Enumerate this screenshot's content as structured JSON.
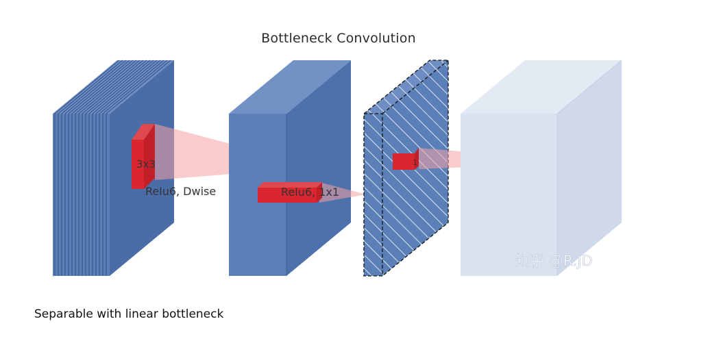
{
  "title": "Bottleneck Convolution",
  "labels": {
    "kernel_3x3": "3x3",
    "relu6_dwise": "Relu6, Dwise",
    "relu6_1x1": "Relu6, 1x1",
    "one": "1"
  },
  "watermark": "知乎 @R.JD",
  "caption": "Separable with linear bottleneck",
  "colors": {
    "block_front": "#5b80b8",
    "block_side": "#4a6da8",
    "block_top": "#7291c4",
    "light_front": "#d9e2ef",
    "light_side": "#cfd9ea",
    "light_top": "#e4eaf4",
    "kernel_red": "#d9262f",
    "projection_pink": "#f4a0a4"
  }
}
